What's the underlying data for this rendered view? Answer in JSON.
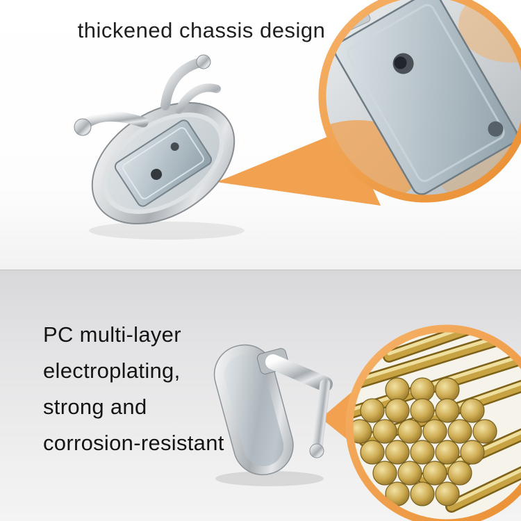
{
  "top": {
    "title": "thickened chassis design",
    "callout_name": "chassis close-up with screw holes"
  },
  "bottom": {
    "lines": [
      "PC multi-layer",
      "electroplating,",
      "strong and",
      "corrosion-resistant"
    ],
    "callout_name": "brass rods material close-up"
  },
  "colors": {
    "accent_orange": "#F09A3E",
    "chrome_light": "#e8eaec",
    "chrome_dark": "#9aa0a5",
    "brass": "#C9A646",
    "background_top": "#ffffff",
    "background_bottom": "#e0e0e2"
  }
}
